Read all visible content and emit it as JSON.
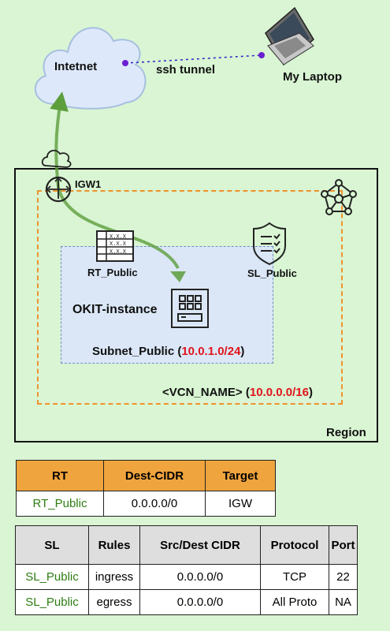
{
  "diagram": {
    "internet_label": "Intetnet",
    "tunnel_label": "ssh tunnel",
    "laptop_label": "My Laptop",
    "igw_label": "IGW1",
    "region_label": "Region",
    "vcn_name": "<VCN_NAME> (",
    "vcn_cidr": "10.0.0.0/16",
    "vcn_close": ")",
    "subnet_name": "Subnet_Public (",
    "subnet_cidr": "10.0.1.0/24",
    "subnet_close": ")",
    "route_table_label": "RT_Public",
    "security_list_label": "SL_Public",
    "instance_label": "OKIT-instance",
    "colors": {
      "background": "#d9f5d3",
      "vcn_border": "#f0922d",
      "subnet_fill": "#dbe7f7",
      "route_arrow": "#5c9e3c",
      "tunnel": "#2a22c9",
      "cidr": "#e0141b"
    }
  },
  "route_table": {
    "headers": [
      "RT",
      "Dest-CIDR",
      "Target"
    ],
    "rows": [
      [
        "RT_Public",
        "0.0.0.0/0",
        "IGW"
      ]
    ]
  },
  "security_list": {
    "headers": [
      "SL",
      "Rules",
      "Src/Dest CIDR",
      "Protocol",
      "Port"
    ],
    "rows": [
      [
        "SL_Public",
        "ingress",
        "0.0.0.0/0",
        "TCP",
        "22"
      ],
      [
        "SL_Public",
        "egress",
        "0.0.0.0/0",
        "All Proto",
        "NA"
      ]
    ]
  }
}
